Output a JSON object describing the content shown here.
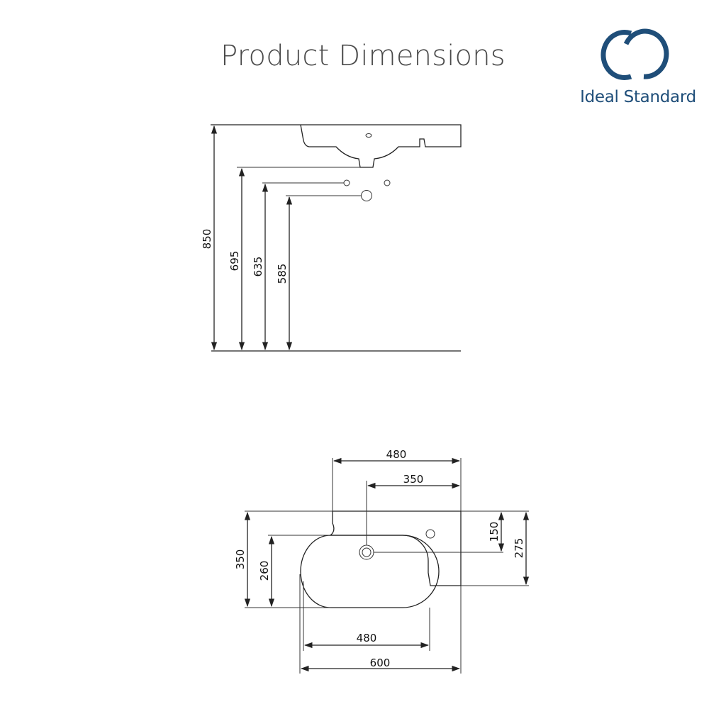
{
  "header": {
    "title": "Product Dimensions"
  },
  "brand": {
    "name": "Ideal Standard",
    "color": "#1f4e79",
    "logo_icon": "interlocking-rings-logo"
  },
  "elevation_view": {
    "dimensions": {
      "overall_height": "850",
      "waste_height": "695",
      "tap_connection_height": "635",
      "outlet_height": "585"
    }
  },
  "plan_view": {
    "dimensions": {
      "top_width": "480",
      "tap_offset": "350",
      "tap_depth": "150",
      "shelf_depth": "275",
      "overall_depth": "350",
      "bowl_depth": "260",
      "bowl_width": "480",
      "overall_width": "600"
    }
  },
  "colors": {
    "line": "#222222",
    "title": "#4a4a4a",
    "brand": "#1f4e79"
  }
}
